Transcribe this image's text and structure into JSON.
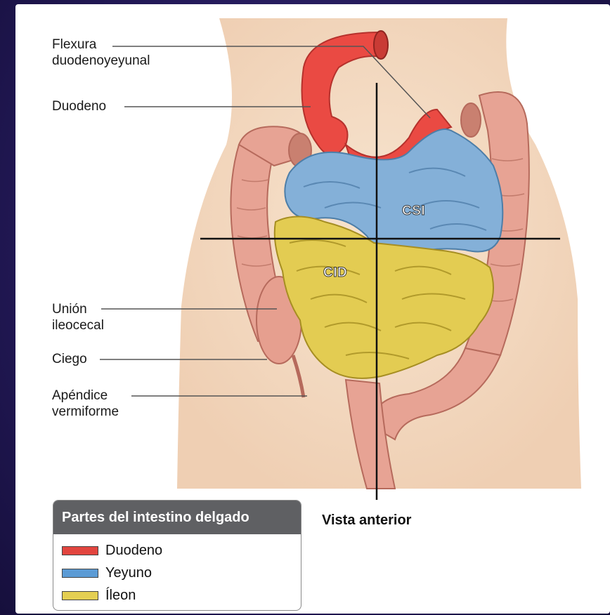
{
  "labels": {
    "flexura": "Flexura\nduodenoyeyunal",
    "duodeno": "Duodeno",
    "union": "Unión\nileocecal",
    "ciego": "Ciego",
    "apendice": "Apéndice\nvermiforme"
  },
  "regions": {
    "csi": "CSI",
    "cid": "CID"
  },
  "caption": "Vista anterior",
  "legend": {
    "title": "Partes del intestino delgado",
    "items": [
      {
        "label": "Duodeno",
        "color": "#e2453f"
      },
      {
        "label": "Yeyuno",
        "color": "#5b9bd5"
      },
      {
        "label": "Íleon",
        "color": "#e4cf52"
      }
    ]
  },
  "colors": {
    "skin": "#f3dcc5",
    "colon": "#e7a394",
    "duodenum": "#ea4a43",
    "jejunum": "#84b0d8",
    "ileum": "#e3cc52"
  }
}
